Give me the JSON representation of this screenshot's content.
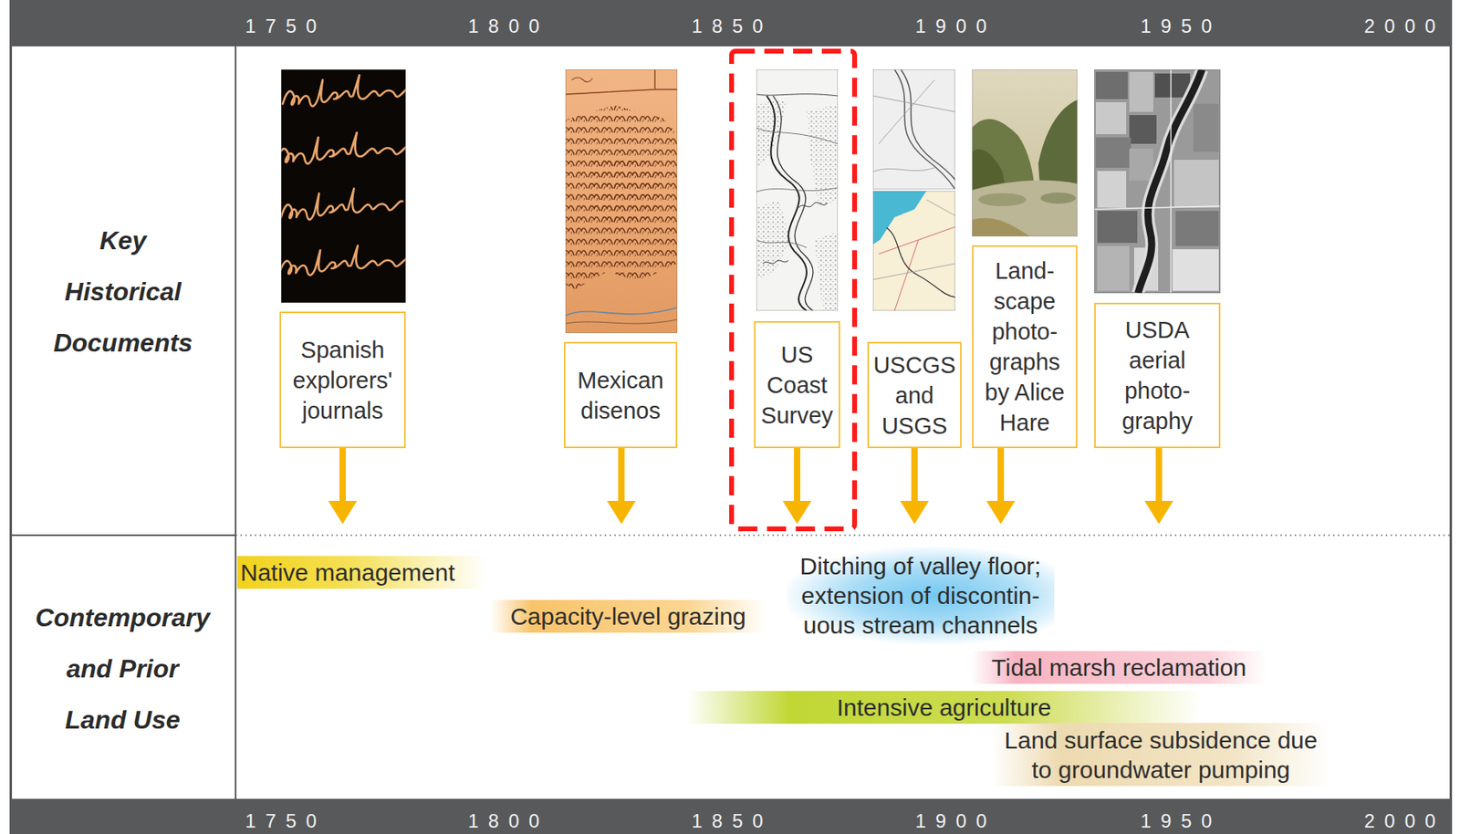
{
  "diagram": {
    "nodes": [
      {
        "text": [
          "Spanish explorers' journals"
        ]
      },
      {
        "text": [
          "Mexican disenos"
        ]
      },
      {
        "text": [
          "US Coast Survey"
        ]
      },
      {
        "text": [
          "USCGS and USGS"
        ]
      },
      {
        "text": [
          "Land- scape photo- graphs by Alice Hare"
        ]
      },
      {
        "text": [
          "USDA aerial photo- graphy"
        ]
      },
      {
        "text": [
          "Native management"
        ]
      },
      {
        "text": [
          "Capacity-level grazing"
        ]
      },
      {
        "text": [
          "Ditching of valley floor; extension of discontin- uous stream channels"
        ]
      },
      {
        "text": [
          "Tidal marsh reclamation"
        ]
      },
      {
        "text": [
          "Intensive agriculture"
        ]
      },
      {
        "text": [
          "Land surface subsidence due to groundwater pumping"
        ]
      }
    ],
    "labels": [
      "1750",
      "1800",
      "1850",
      "1900",
      "1950",
      "2000",
      "Key Historical Documents",
      "Contemporary and Prior Land Use",
      "1750",
      "1800",
      "1850",
      "1900",
      "1950",
      "2000"
    ]
  }
}
